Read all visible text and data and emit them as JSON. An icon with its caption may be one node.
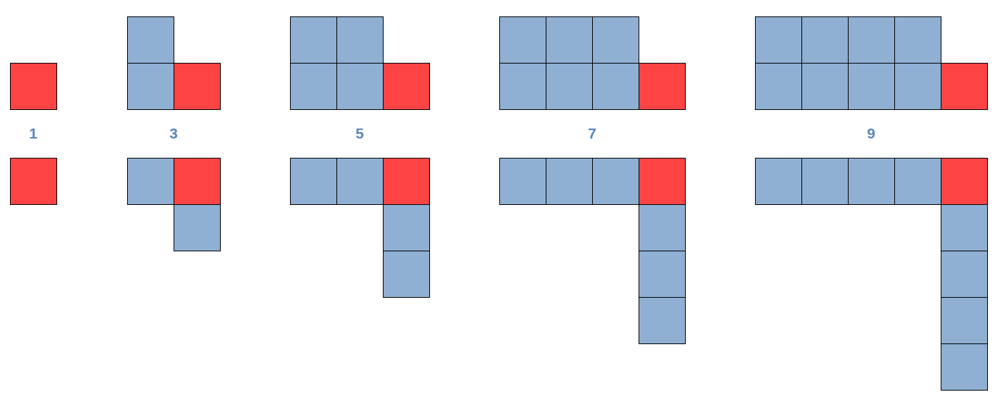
{
  "diagram": {
    "labels": [
      "1",
      "3",
      "5",
      "7",
      "9"
    ]
  }
}
